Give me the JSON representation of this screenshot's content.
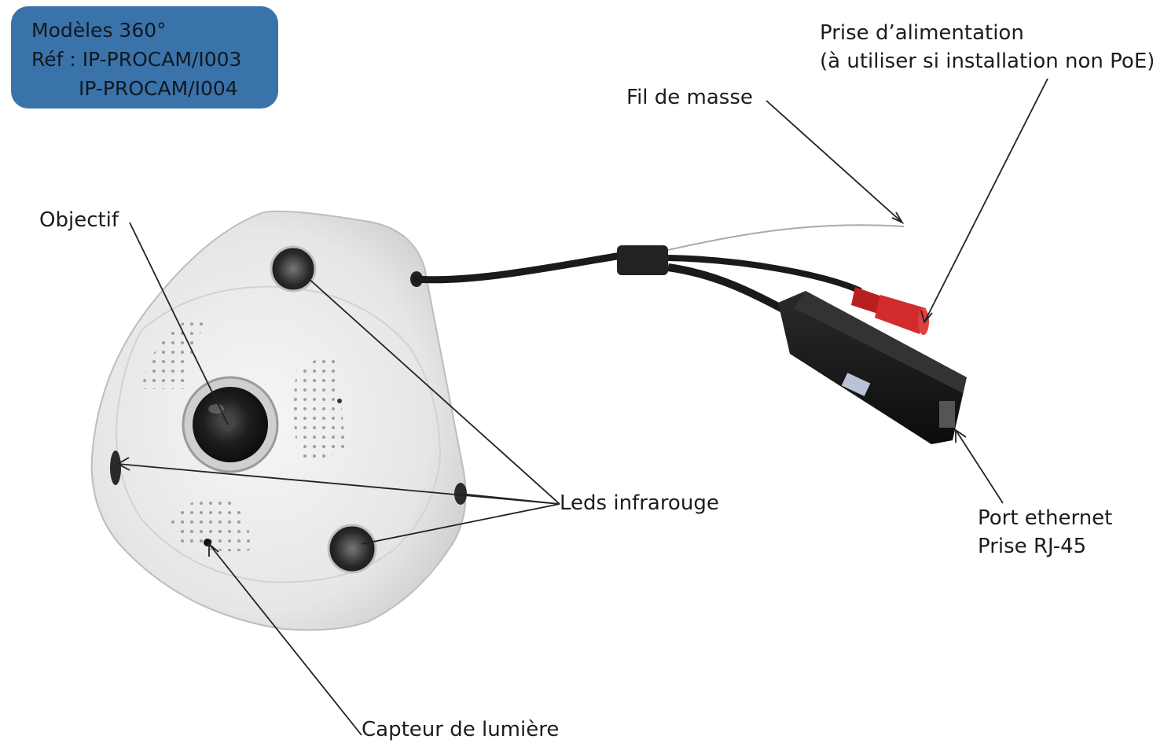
{
  "model_box": {
    "line1": "Modèles 360°",
    "line2": "Réf : IP-PROCAM/I003",
    "line3": "IP-PROCAM/I004",
    "color": "#3a73aa"
  },
  "labels": {
    "objectif": "Objectif",
    "fil_masse": "Fil de masse",
    "prise_alim_line1": "Prise d’alimentation",
    "prise_alim_line2": "(à utiliser si installation non PoE)",
    "leds": "Leds infrarouge",
    "capteur": "Capteur de lumière",
    "port_line1": "Port ethernet",
    "port_line2": "Prise RJ-45"
  },
  "colors": {
    "camera_body": "#e9e9e9",
    "cable": "#1a1a1a",
    "connector_red": "#d12b2b",
    "leader_line": "#222222"
  }
}
